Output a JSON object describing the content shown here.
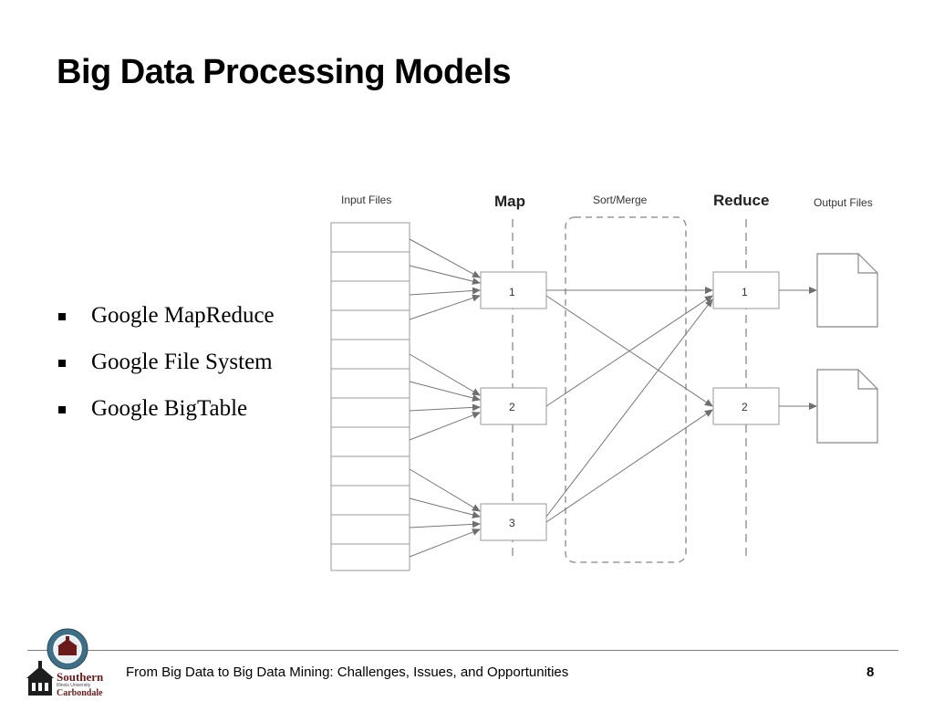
{
  "slide": {
    "title": "Big Data Processing Models",
    "bullets": [
      "Google MapReduce",
      "Google File System",
      "Google BigTable"
    ]
  },
  "diagram": {
    "headers": {
      "input": "Input Files",
      "map": "Map",
      "sort": "Sort/Merge",
      "reduce": "Reduce",
      "output": "Output Files"
    },
    "map_nodes": [
      "1",
      "2",
      "3"
    ],
    "reduce_nodes": [
      "1",
      "2"
    ]
  },
  "footer": {
    "text": "From Big Data to Big Data Mining: Challenges, Issues, and Opportunities",
    "page_number": "8"
  },
  "logo": {
    "name_line1": "Southern",
    "name_line2": "Illinois University",
    "name_line3": "Carbondale"
  },
  "colors": {
    "logo_maroon": "#6b1b1b",
    "diagram_stroke": "#8c8c8c"
  }
}
